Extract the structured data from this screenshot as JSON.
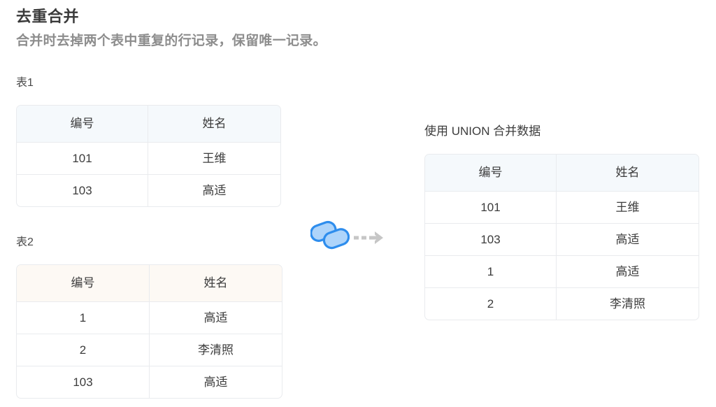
{
  "header": {
    "title": "去重合并",
    "subtitle": "合并时去掉两个表中重复的行记录，保留唯一记录。"
  },
  "tables": {
    "table1": {
      "label": "表1",
      "columns": [
        "编号",
        "姓名"
      ],
      "rows": [
        [
          "101",
          "王维"
        ],
        [
          "103",
          "高适"
        ]
      ],
      "header_color": "#f5f9fc"
    },
    "table2": {
      "label": "表2",
      "columns": [
        "编号",
        "姓名"
      ],
      "rows": [
        [
          "1",
          "高适"
        ],
        [
          "2",
          "李清照"
        ],
        [
          "103",
          "高适"
        ]
      ],
      "header_color": "#fdf9f4"
    },
    "result": {
      "label": "使用 UNION 合并数据",
      "columns": [
        "编号",
        "姓名"
      ],
      "rows": [
        [
          "101",
          "王维"
        ],
        [
          "103",
          "高适"
        ],
        [
          "1",
          "高适"
        ],
        [
          "2",
          "李清照"
        ]
      ],
      "header_color": "#f5f9fc"
    }
  },
  "connector": {
    "venn_icon": "union-venn-icon",
    "arrow_icon": "dashed-arrow-right-icon",
    "venn_stroke": "#2e8ded",
    "venn_fill": "#aed4fa",
    "arrow_color": "#c6c6c6"
  }
}
